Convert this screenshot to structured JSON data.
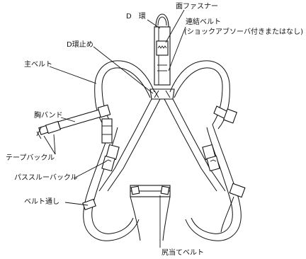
{
  "labels": {
    "d_ring": "D　環",
    "hook_loop": "面ファスナー",
    "connecting_belt_1": "連結ベルト",
    "connecting_belt_2": "(ショックアブソーバ付きまたはなし)",
    "d_ring_stop": "D環止め",
    "main_belt": "主ベルト",
    "chest_band": "胸バンド",
    "tape_buckle": "テープバックル",
    "pass_through_buckle": "パススルーバックル",
    "belt_loop": "ベルト通し",
    "seat_belt": "尻当てベルト"
  }
}
